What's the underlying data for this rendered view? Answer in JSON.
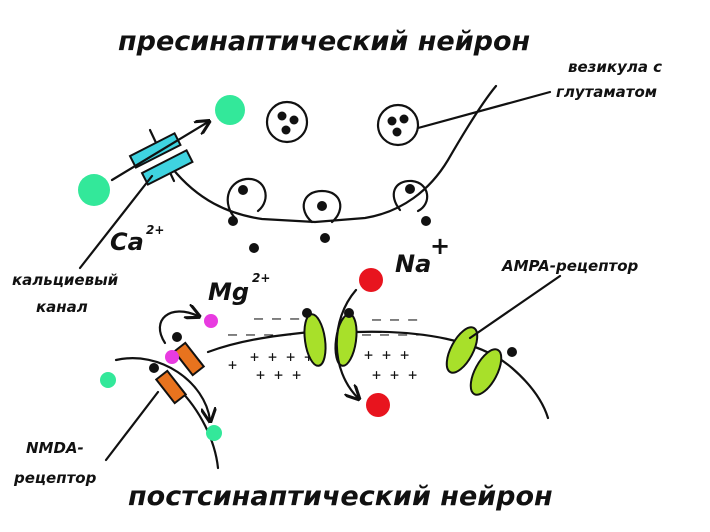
{
  "labels": {
    "presynaptic_title": "пресинаптический нейрон",
    "postsynaptic_title": "постсинаптический нейрон",
    "vesicle_line1": "везикула с",
    "vesicle_line2": "глутаматом",
    "calcium_base": "Ca",
    "calcium_charge": "2+",
    "magnesium_base": "Mg",
    "magnesium_charge": "2+",
    "sodium_base": "Na",
    "sodium_charge": "+",
    "calcium_channel_line1": "кальциевый",
    "calcium_channel_line2": "канал",
    "ampa_receptor": "AMPA-рецептор",
    "nmda_line1": "NMDA-",
    "nmda_line2": "рецептор"
  },
  "charges": {
    "minus_row1": "– – –",
    "minus_row2": "– – – –",
    "minus_right1": "– – –",
    "minus_right2": "– – – –",
    "plus_row1": "+ + + +",
    "plus_row2": "+ + +",
    "plus_right1": "+ + +",
    "plus_right2": "+ + +",
    "plus_left": "+"
  },
  "colors": {
    "calcium_ion": "#33e89a",
    "magnesium_ion": "#e83be0",
    "sodium_ion": "#e8141e",
    "calcium_channel": "#3fd3e0",
    "ampa_receptor": "#a8e02a",
    "nmda_receptor": "#e8731e",
    "glutamate": "#111111"
  }
}
